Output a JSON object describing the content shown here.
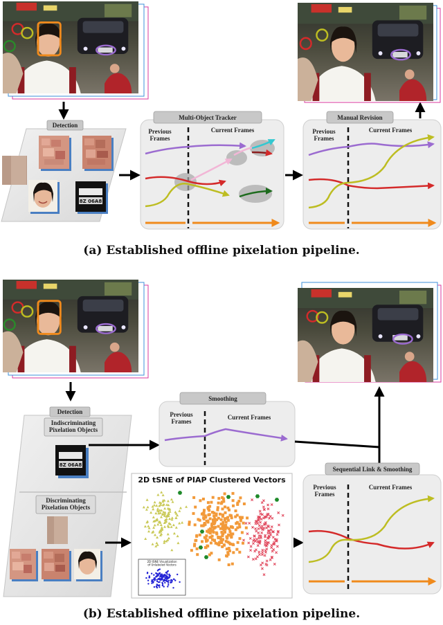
{
  "panel_a": {
    "detection_label": "Detection",
    "tracker_label": "Multi-Object Tracker",
    "revision_label": "Manual Revision",
    "previous_frames": "Previous\nFrames",
    "current_frames": "Current Frames",
    "caption": "(a) Established offline pixelation pipeline."
  },
  "panel_b": {
    "detection_label": "Detection",
    "indiscriminating_label": "Indiscriminating\nPixelation Objects",
    "discriminating_label": "Discriminating\nPixelation Objects",
    "smoothing_label": "Smoothing",
    "sequential_label": "Sequential Link & Smoothing",
    "previous_frames": "Previous\nFrames",
    "current_frames": "Current Frames",
    "tsne_title": "2D tSNE of PIAP Clustered Vectors",
    "tsne_inset_label": "2D tSNE Visualization\nof Unlabeled Vectors",
    "caption": "(b) Established offline pixelation pipeline."
  },
  "plate_text": "8Z 06A8",
  "colors": {
    "purple": "#9b6bd0",
    "red": "#d42a2a",
    "yellow": "#bdbd22",
    "orange": "#f08a1c",
    "green": "#2a8a2a",
    "dark_green": "#1d6b1d",
    "cyan": "#33c8d0",
    "pink": "#f2b6d6",
    "box": "#ededed",
    "label": "#c8c8c8"
  }
}
